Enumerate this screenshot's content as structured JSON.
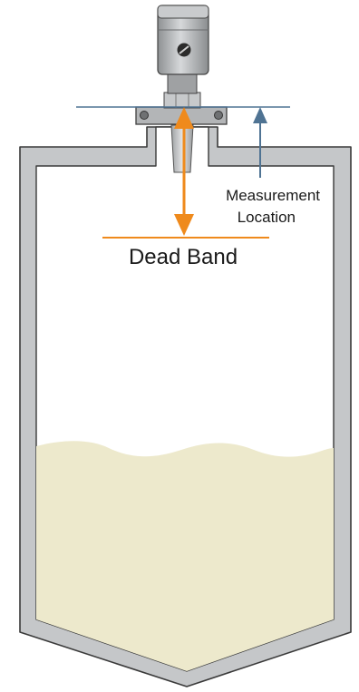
{
  "labels": {
    "measurement_line1": "Measurement",
    "measurement_line2": "Location",
    "dead_band": "Dead Band"
  },
  "colors": {
    "tank_wall": "#c5c7c9",
    "tank_outline": "#3a3a3a",
    "liquid": "#ede9cc",
    "measurement_arrow": "#4f7393",
    "dead_band": "#ef8a1c",
    "sensor_body": "#a7a9ab"
  },
  "icons": {
    "sensor": "radar-level-sensor-icon",
    "measurement_arrow": "arrow-up-icon",
    "dead_band_arrow": "double-arrow-vertical-icon"
  }
}
